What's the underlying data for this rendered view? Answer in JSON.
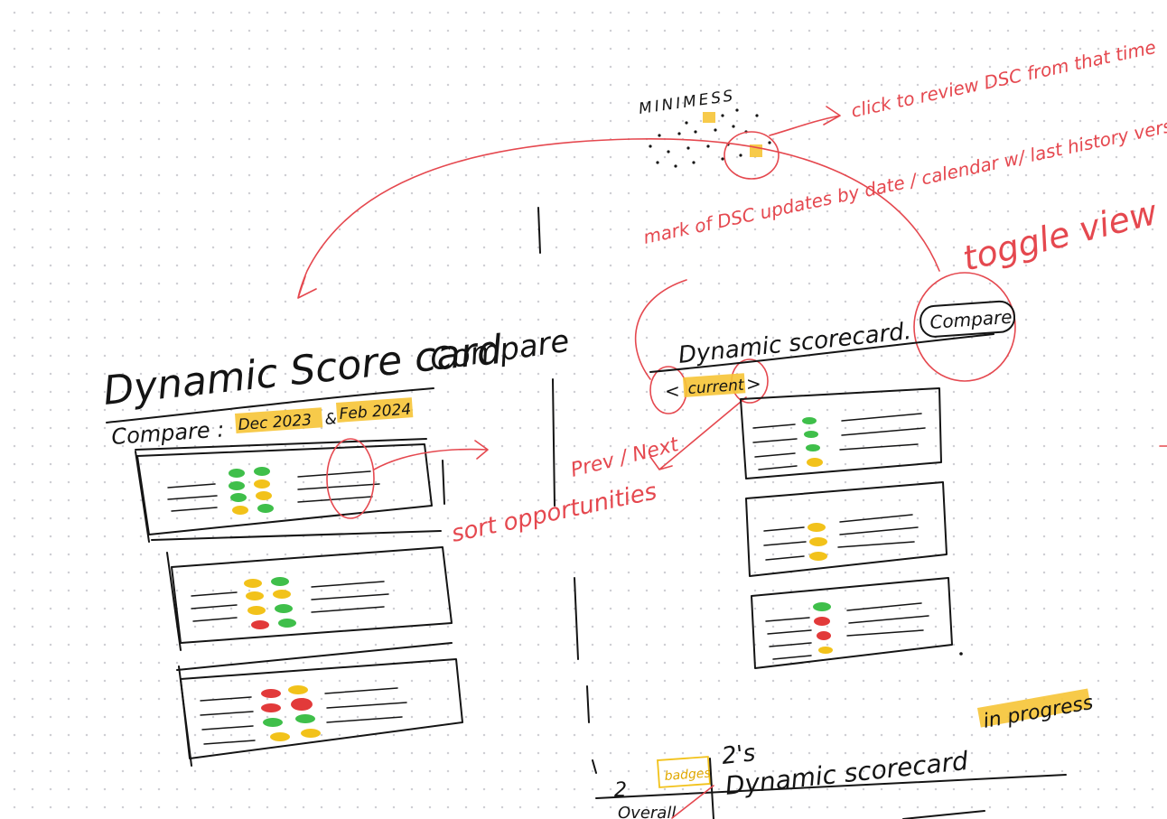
{
  "left_sketch": {
    "title": "Dynamic Score card",
    "title_suffix": "Compare",
    "compare_prefix": "Compare :",
    "compare_date_a": "Dec 2023",
    "compare_join": "&",
    "compare_date_b": "Feb 2024"
  },
  "minimap": {
    "label": "MINIMESS"
  },
  "annotations": {
    "click_to_review": "click to review DSC from that time",
    "mark_updates": "mark of DSC updates by date / calendar w/ last history version needed",
    "toggle_view": "toggle view",
    "sort_opportunities": "sort opportunities",
    "prev_next": "Prev / Next"
  },
  "right_sketch": {
    "title": "Dynamic scorecard.",
    "compare_button": "Compare",
    "current_chip": "current",
    "prev_arrow": "<",
    "next_arrow": ">"
  },
  "bottom_sketch": {
    "status": "in progress",
    "label_2s": "2's",
    "number": "2",
    "badge": "badges",
    "title": "Dynamic scorecard",
    "tab": "Overall"
  },
  "colors": {
    "ink": "#141414",
    "annotation_red": "#e5484f",
    "highlight_yellow": "#f6c436",
    "status_green": "#3fbf4a",
    "status_yellow": "#f2c21a",
    "status_red": "#e23a3a"
  }
}
